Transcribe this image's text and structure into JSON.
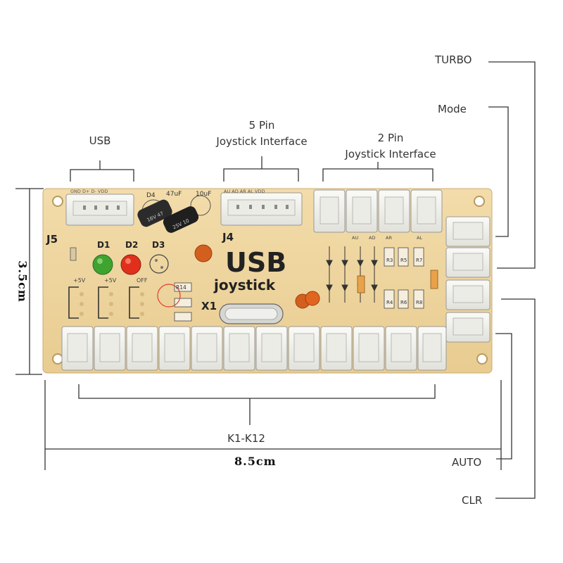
{
  "labels": {
    "turbo": "TURBO",
    "mode": "Mode",
    "usb": "USB",
    "five_pin_line1": "5 Pin",
    "five_pin_line2": "Joystick Interface",
    "two_pin_line1": "2 Pin",
    "two_pin_line2": "Joystick Interface",
    "k1_k12": "K1-K12",
    "auto": "AUTO",
    "clr": "CLR",
    "height_dim": "3.5cm",
    "width_dim": "8.5cm"
  },
  "board": {
    "title": "USB",
    "subtitle": "joystick",
    "j5": "J5",
    "j4": "J4",
    "x1": "X1",
    "d1": "D1",
    "d2": "D2",
    "d3": "D3",
    "d4": "D4",
    "cap1": "47uF",
    "cap2": "10uF",
    "usb_pins": "GND D+ D- VDD",
    "j4_pins": "AU AD AR AL VDD",
    "p5v_1": "+5V",
    "p5v_2": "+5V",
    "off": "OFF",
    "r14": "R14",
    "r3": "R3",
    "r5": "R5",
    "r7": "R7",
    "r4": "R4",
    "r6": "R6",
    "r8": "R8",
    "au": "AU",
    "ad": "AD",
    "ar": "AR",
    "al": "AL"
  },
  "colors": {
    "board": "#f1d9a4",
    "connector": "#f4f4f0",
    "led_green": "#3fa32f",
    "led_red": "#e0301c",
    "cap_orange": "#e0651e"
  }
}
